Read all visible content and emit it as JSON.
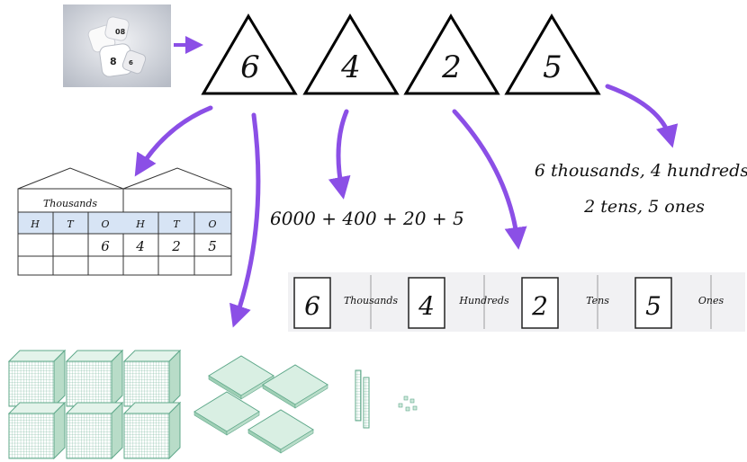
{
  "digits": [
    "6",
    "4",
    "2",
    "5"
  ],
  "place_value_chart": {
    "group_label": "Thousands",
    "headers": [
      "H",
      "T",
      "O",
      "H",
      "T",
      "O"
    ],
    "row_values": [
      "",
      "",
      "6",
      "4",
      "2",
      "5"
    ]
  },
  "expanded_form": "6000 + 400 + 20 + 5",
  "word_form": {
    "line1": "6 thousands, 4 hundreds,",
    "line2": "2 tens, 5 ones"
  },
  "flip_cards": [
    {
      "digit": "6",
      "label": "Thousands"
    },
    {
      "digit": "4",
      "label": "Hundreds"
    },
    {
      "digit": "2",
      "label": "Tens"
    },
    {
      "digit": "5",
      "label": "Ones"
    }
  ],
  "base_ten_blocks": {
    "thousands_cubes": 6,
    "hundreds_flats": 4,
    "tens_rods": 2,
    "ones_units": 5
  },
  "colors": {
    "arrow": "#8b4fe6",
    "chart_header": "#d7e4f5",
    "block_green": "#cfe9dc",
    "block_line": "#5fa88a"
  }
}
